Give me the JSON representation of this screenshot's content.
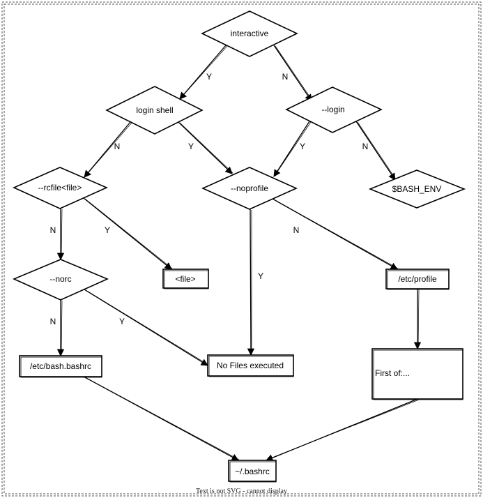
{
  "diagram": {
    "nodes": {
      "interactive": {
        "shape": "diamond",
        "label": "interactive"
      },
      "login_shell": {
        "shape": "diamond",
        "label": "login shell"
      },
      "login": {
        "shape": "diamond",
        "label": "--login"
      },
      "rcfile": {
        "shape": "diamond",
        "label": "--rcfile<file>"
      },
      "noprofile": {
        "shape": "diamond",
        "label": "--noprofile"
      },
      "bash_env": {
        "shape": "diamond",
        "label": "$BASH_ENV"
      },
      "norc": {
        "shape": "diamond",
        "label": "--norc"
      },
      "file": {
        "shape": "box",
        "label": "<file>"
      },
      "etc_profile": {
        "shape": "box",
        "label": "/etc/profile"
      },
      "etc_bashrc": {
        "shape": "box",
        "label": "/etc/bash.bashrc"
      },
      "no_files": {
        "shape": "box",
        "label": "No Files executed"
      },
      "first_of": {
        "shape": "box",
        "label": "First of:..."
      },
      "bashrc": {
        "shape": "box",
        "label": "~/.bashrc"
      }
    },
    "edges": [
      {
        "from": "interactive",
        "to": "login_shell",
        "label": "Y"
      },
      {
        "from": "interactive",
        "to": "login",
        "label": "N"
      },
      {
        "from": "login_shell",
        "to": "rcfile",
        "label": "N"
      },
      {
        "from": "login_shell",
        "to": "noprofile",
        "label": "Y"
      },
      {
        "from": "login",
        "to": "noprofile",
        "label": "Y"
      },
      {
        "from": "login",
        "to": "bash_env",
        "label": "N"
      },
      {
        "from": "rcfile",
        "to": "norc",
        "label": "N"
      },
      {
        "from": "rcfile",
        "to": "file",
        "label": "Y"
      },
      {
        "from": "noprofile",
        "to": "no_files",
        "label": "Y"
      },
      {
        "from": "noprofile",
        "to": "etc_profile",
        "label": "N"
      },
      {
        "from": "norc",
        "to": "etc_bashrc",
        "label": "N"
      },
      {
        "from": "norc",
        "to": "no_files",
        "label": "Y"
      },
      {
        "from": "etc_profile",
        "to": "first_of",
        "label": ""
      },
      {
        "from": "etc_bashrc",
        "to": "bashrc",
        "label": ""
      },
      {
        "from": "first_of",
        "to": "bashrc",
        "label": ""
      }
    ]
  },
  "footer_text": "Text is not SVG - cannot display"
}
